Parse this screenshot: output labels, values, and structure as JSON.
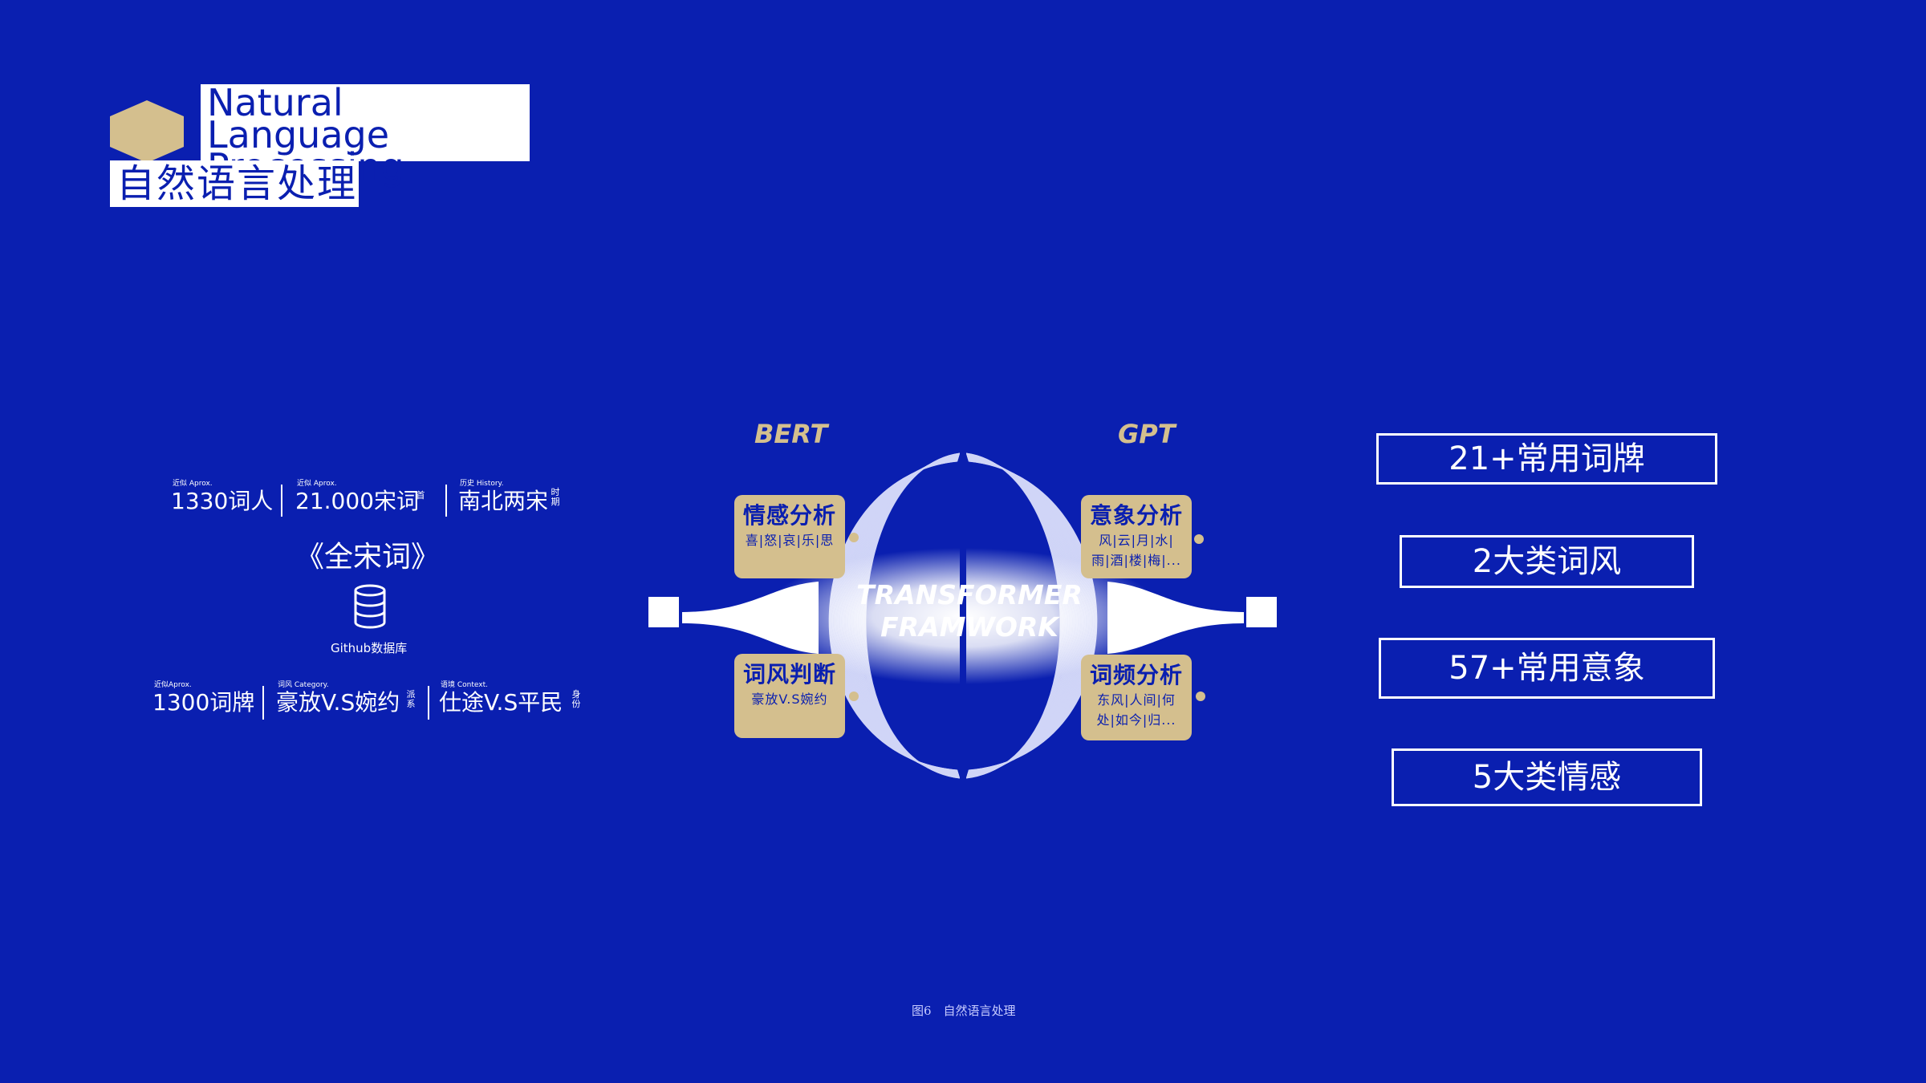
{
  "title": {
    "en": "Natural Language\nProcessing",
    "zh": "自然语言处理"
  },
  "stats_top": [
    {
      "small": "近似 Aprox.",
      "big": "1330词人",
      "suffix": ""
    },
    {
      "small": "近似 Aprox.",
      "big": "21.000宋词",
      "suffix": "首"
    },
    {
      "small": "历史 History.",
      "big": "南北两宋",
      "suffix": "时\n期"
    }
  ],
  "anthology": "《全宋词》",
  "database": {
    "icon": "database-icon",
    "label": "Github数据库"
  },
  "stats_bottom": [
    {
      "small": "近似Aprox.",
      "big": "1300词牌",
      "suffix": ""
    },
    {
      "small": "词风 Category.",
      "big": "豪放V.S婉约",
      "suffix": "派\n系"
    },
    {
      "small": "语境 Context.",
      "big": "仕途V.S平民",
      "suffix": "身\n份"
    }
  ],
  "models": {
    "left": "BERT",
    "right": "GPT"
  },
  "transformer": "TRANSFORMER\nFRAMWORK",
  "cards": [
    {
      "title": "情感分析",
      "sub": "喜|怒|哀|乐|思"
    },
    {
      "title": "词风判断",
      "sub": "豪放V.S婉约"
    },
    {
      "title": "意象分析",
      "sub": "风|云|月|水|\n雨|酒|楼|梅|..."
    },
    {
      "title": "词频分析",
      "sub": "东风|人间|何\n处|如今|归..."
    }
  ],
  "right_stats": [
    "21+常用词牌",
    "2大类词风",
    "57+常用意象",
    "5大类情感"
  ],
  "caption": "图6　自然语言处理",
  "colors": {
    "background": "#0a1fb0",
    "gold": "#d4bf8e",
    "white": "#ffffff"
  }
}
